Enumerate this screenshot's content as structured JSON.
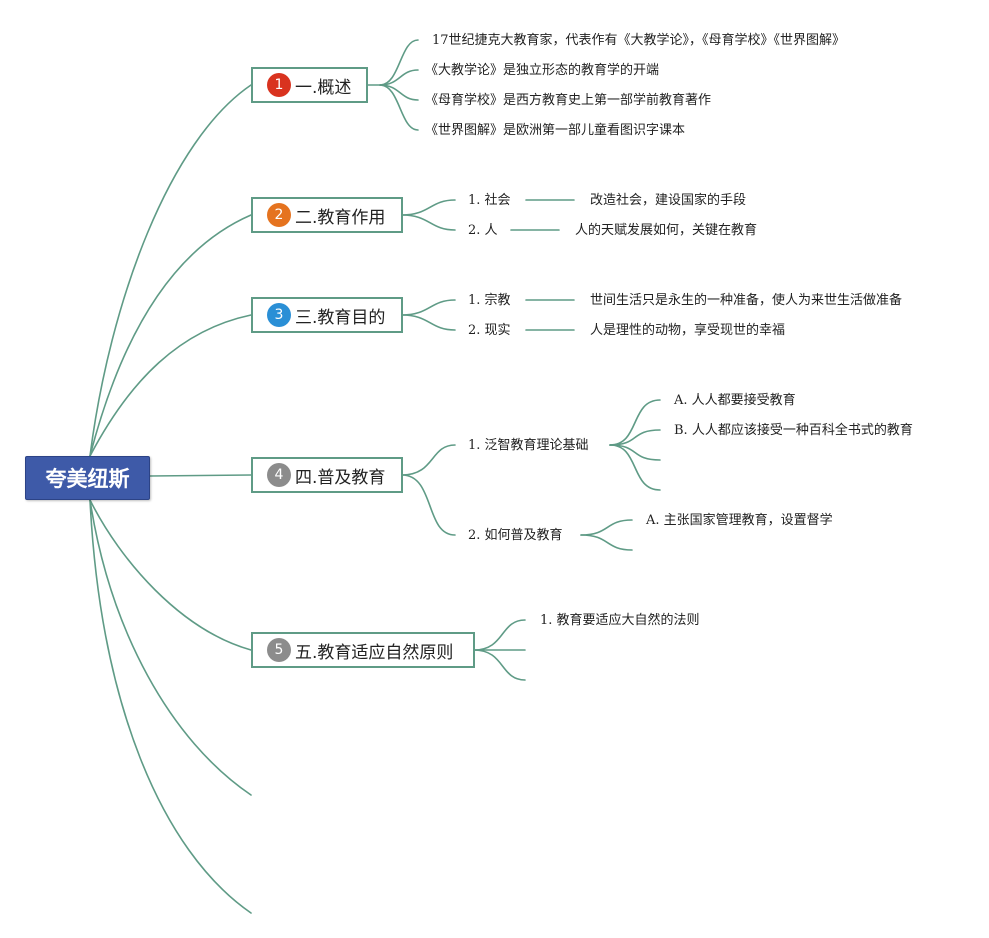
{
  "root": {
    "label": "夸美纽斯"
  },
  "colors": {
    "line": "#5f9b86",
    "root_fill": "#3e5aa8",
    "badge_red": "#d9331f",
    "badge_orange": "#e5731f",
    "badge_blue": "#2a8fd6",
    "badge_gray": "#8c8c8c"
  },
  "branches": [
    {
      "number": "1",
      "label": "一.概述",
      "badge": "red"
    },
    {
      "number": "2",
      "label": "二.教育作用",
      "badge": "orange"
    },
    {
      "number": "3",
      "label": "三.教育目的",
      "badge": "blue"
    },
    {
      "number": "4",
      "label": "四.普及教育",
      "badge": "gray"
    },
    {
      "number": "5",
      "label": "五.教育适应自然原则",
      "badge": "gray"
    }
  ],
  "overview": {
    "items": [
      "17世纪捷克大教育家，代表作有《大教学论》，《母育学校》《世界图解》",
      "《大教学论》是独立形态的教育学的开端",
      "《母育学校》是西方教育史上第一部学前教育著作",
      "《世界图解》是欧洲第一部儿童看图识字课本"
    ]
  },
  "education_role": {
    "items": [
      {
        "label": "1. 社会",
        "detail": "改造社会，建设国家的手段"
      },
      {
        "label": "2. 人",
        "detail": "人的天赋发展如何，关键在教育"
      }
    ]
  },
  "education_goal": {
    "items": [
      {
        "label": "1. 宗教",
        "detail": "世间生活只是永生的一种准备，使人为来世生活做准备"
      },
      {
        "label": "2. 现实",
        "detail": "人是理性的动物，享受现世的幸福"
      }
    ]
  },
  "universal_education": {
    "sub1": {
      "label": "1. 泛智教育理论基础",
      "items": [
        "A. 人人都要接受教育",
        "B. 人人都应该接受一种百科全书式的教育"
      ]
    },
    "sub2": {
      "label": "2. 如何普及教育",
      "items": [
        "A. 主张国家管理教育，设置督学"
      ]
    }
  },
  "nature_principle": {
    "items": [
      "1. 教育要适应大自然的法则"
    ]
  }
}
